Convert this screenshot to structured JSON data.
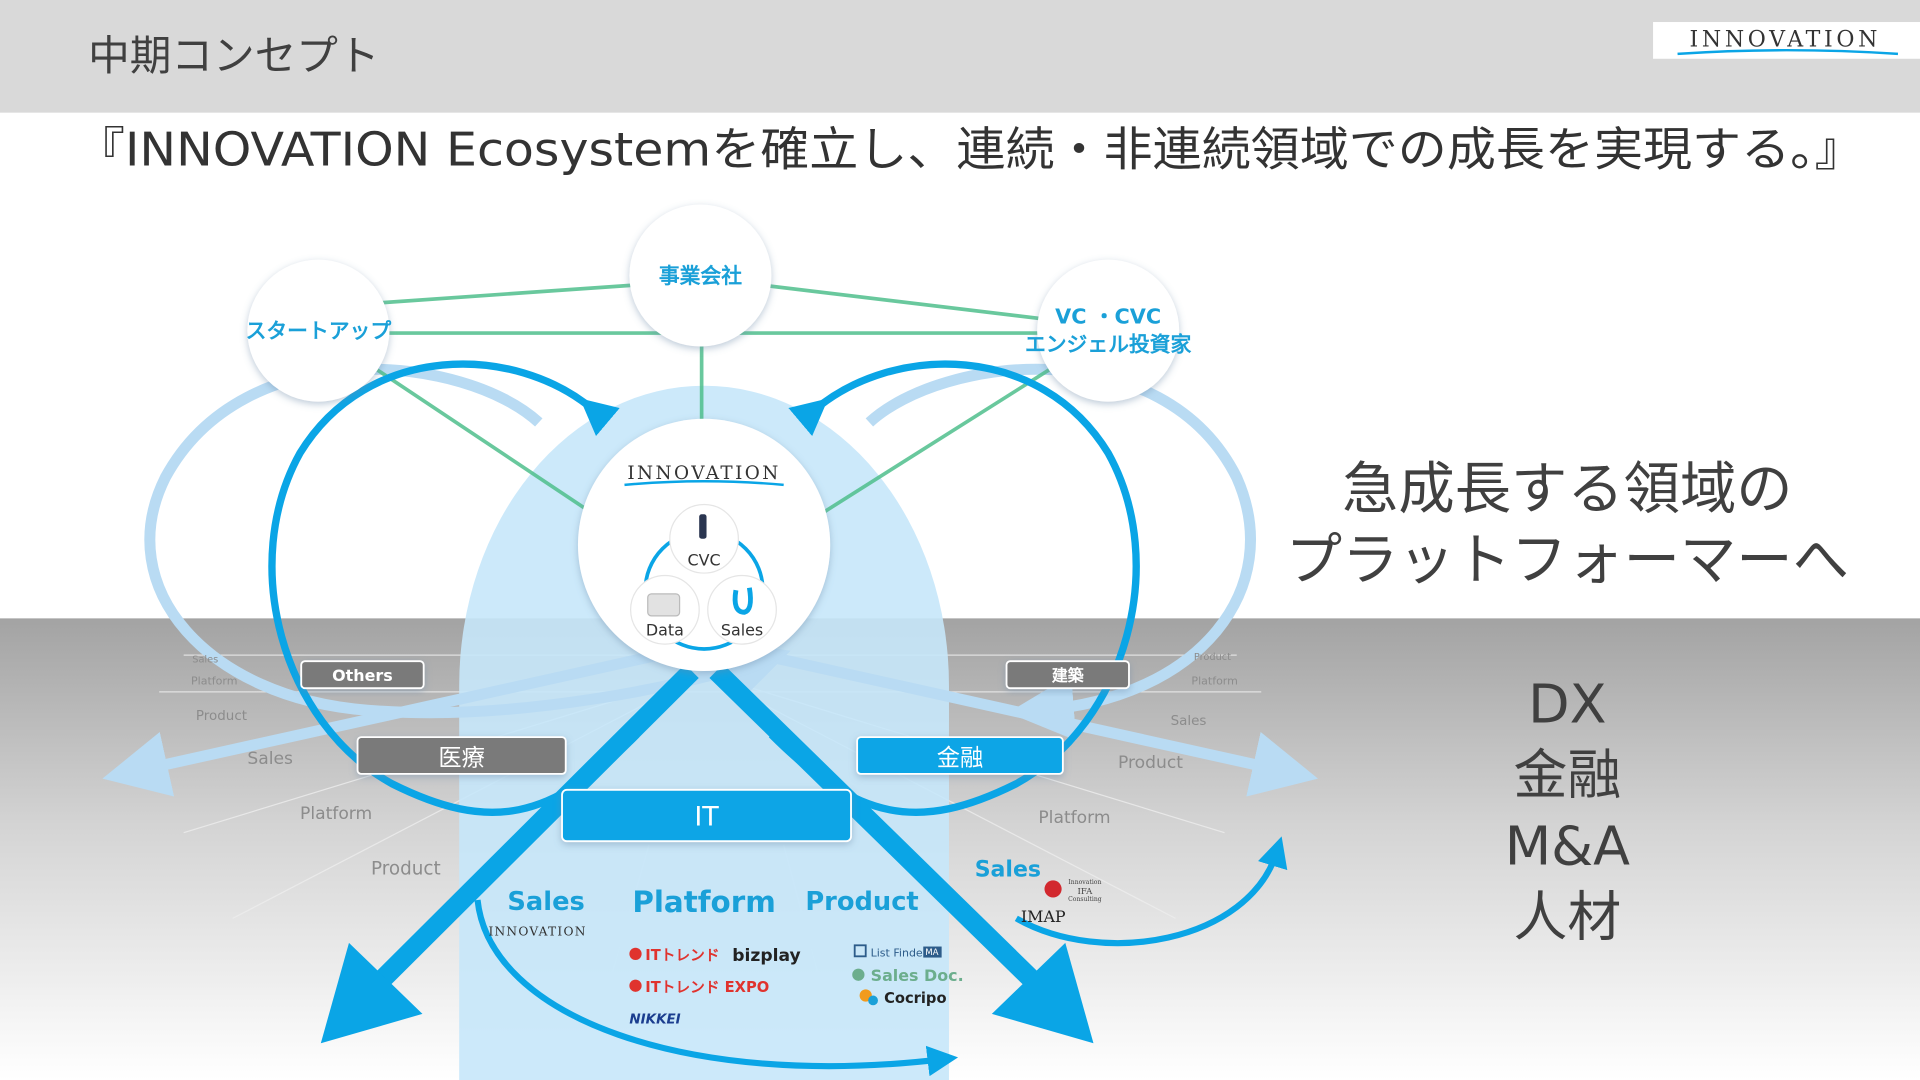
{
  "header": {
    "title": "中期コンセプト",
    "logo": "INNOVATION"
  },
  "subtitle": "『INNOVATION Ecosystemを確立し、連続・非連続領域での成長を実現する。』",
  "stakeholders": {
    "startup": "スタートアップ",
    "company": "事業会社",
    "vc_line1": "VC ・CVC",
    "vc_line2": "エンジェル投資家"
  },
  "core": {
    "logo": "INNOVATION",
    "cvc": "CVC",
    "data": "Data",
    "sales": "Sales"
  },
  "sectors": {
    "others": "Others",
    "medical": "医療",
    "construction": "建築",
    "finance": "金融",
    "it": "IT"
  },
  "floor_labels": {
    "left": [
      "Sales",
      "Platform",
      "Product",
      "Sales",
      "Platform",
      "Product"
    ],
    "right": [
      "Product",
      "Platform",
      "Sales",
      "Product",
      "Platform"
    ]
  },
  "it_columns": {
    "sales": "Sales",
    "platform": "Platform",
    "product": "Product",
    "sales_logo": "INNOVATION"
  },
  "it_platform_logos": [
    "ITトレンド",
    "bizplay",
    "ITトレンド EXPO",
    "NIKKEI"
  ],
  "it_product_logos": [
    "List Finder",
    "MA",
    "Sales Doc.",
    "Cocripo"
  ],
  "finance_sales": {
    "label": "Sales",
    "logo1_line1": "Innovation",
    "logo1_line2": "IFA",
    "logo1_line3": "Consulting",
    "logo2": "IMAP"
  },
  "right_panel": {
    "headline_1": "急成長する領域の",
    "headline_2": "プラットフォーマーへ",
    "areas": [
      "DX",
      "金融",
      "M&A",
      "人材"
    ]
  },
  "colors": {
    "accent": "#0aa5e6",
    "light": "#b9dbf3",
    "dome": "#c7e7fa",
    "gray_box": "#7a7a7a",
    "green": "#4fbf8c"
  }
}
